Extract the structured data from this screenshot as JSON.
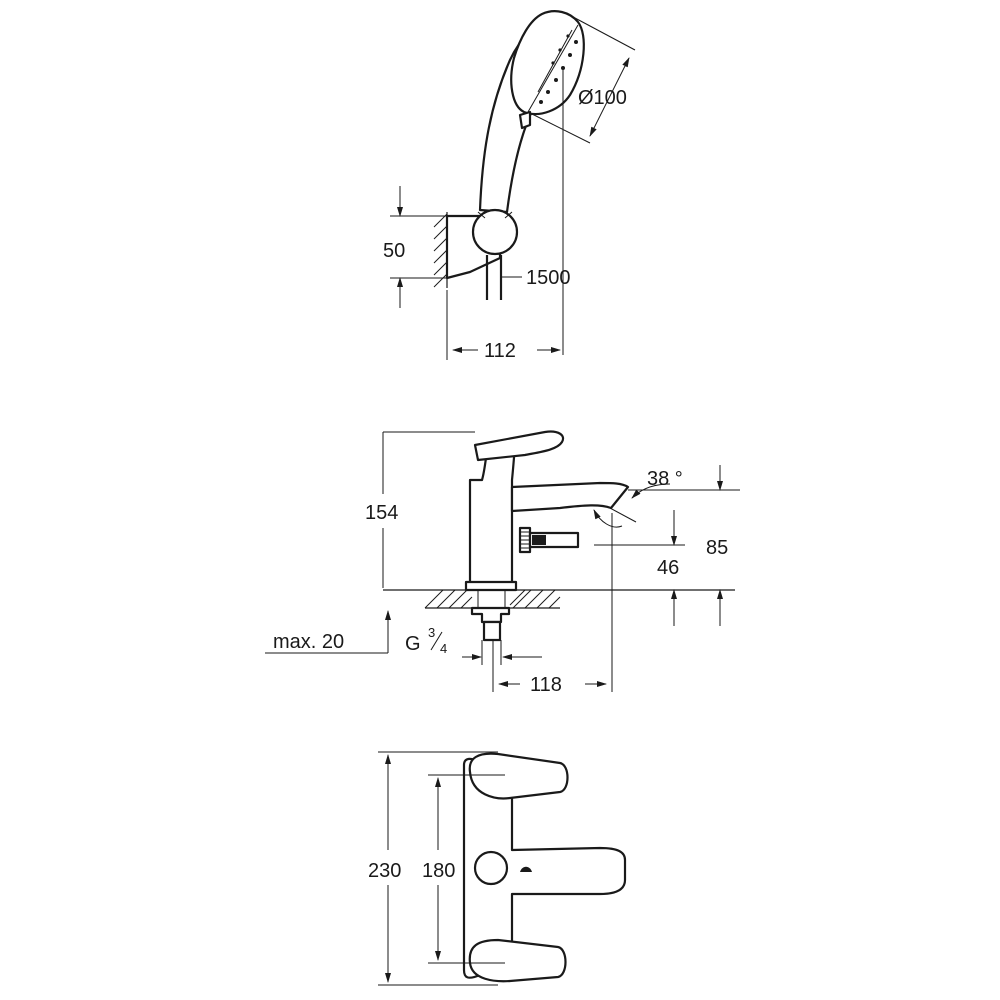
{
  "handshower_view": {
    "dim_diameter": "Ø100",
    "dim_height": "50",
    "dim_hose": "1500",
    "dim_depth": "112"
  },
  "side_view": {
    "dim_height": "154",
    "dim_angle": "38 °",
    "dim_spout_height": "85",
    "dim_outlet_height": "46",
    "dim_thickness": "max. 20",
    "thread_prefix": "G",
    "thread_num": "3",
    "thread_den": "4",
    "dim_projection": "118"
  },
  "top_view": {
    "dim_width": "230",
    "dim_centers": "180"
  }
}
